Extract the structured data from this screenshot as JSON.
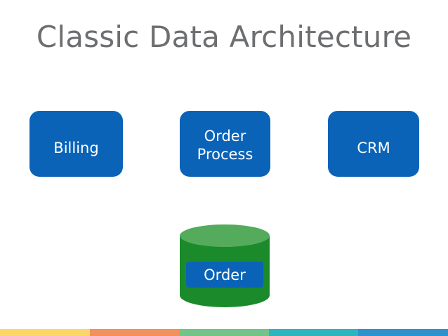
{
  "slide": {
    "title": "Classic Data Architecture",
    "title_color": "#6d6e70",
    "background_color": "#ffffff"
  },
  "theme": {
    "accent_blue": "#0b63b8",
    "database_body_green": "#1b8a2b",
    "database_top_green": "#55ab5c",
    "label_text_color": "#ffffff"
  },
  "source_systems": [
    {
      "id": "billing",
      "label": "Billing",
      "shape": "rounded-rectangle",
      "color": "#0b63b8"
    },
    {
      "id": "order-process",
      "label": "Order\nProcess",
      "shape": "rounded-rectangle",
      "color": "#0b63b8"
    },
    {
      "id": "crm",
      "label": "CRM",
      "shape": "rounded-rectangle",
      "color": "#0b63b8"
    }
  ],
  "database": {
    "id": "order-database",
    "label": "Order",
    "shape": "cylinder",
    "body_color": "#1b8a2b",
    "top_color": "#55ab5c",
    "badge_color": "#0b63b8"
  },
  "accent_bar": {
    "segments": [
      {
        "name": "yellow",
        "color": "#fad766"
      },
      {
        "name": "orange",
        "color": "#f2915b"
      },
      {
        "name": "green",
        "color": "#72c489"
      },
      {
        "name": "teal",
        "color": "#2db5bf"
      },
      {
        "name": "blue",
        "color": "#2e92cf"
      }
    ]
  }
}
